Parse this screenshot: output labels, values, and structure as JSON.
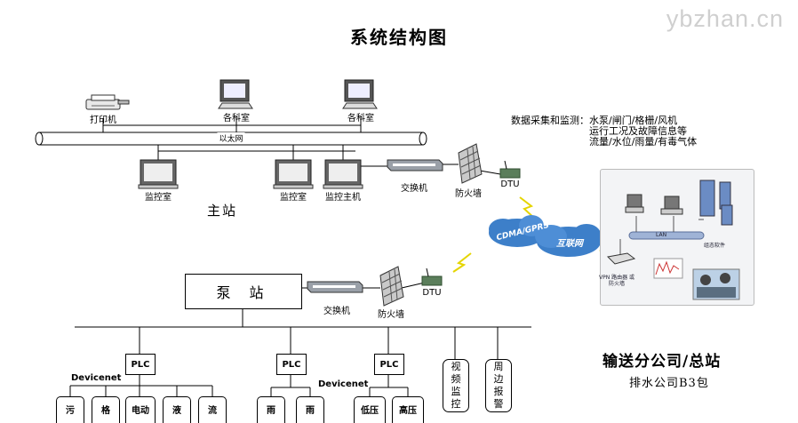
{
  "title": "系统结构图",
  "watermark": "ybzhan.cn",
  "main_station": {
    "label": "主站",
    "ethernet_label": "以太网",
    "printer": "打印机",
    "top_terminals": [
      "各科室",
      "各科室"
    ],
    "bottom_terminals": [
      "监控室",
      "监控室",
      "监控主机"
    ],
    "switch": "交换机",
    "firewall": "防火墙",
    "dtu": "DTU"
  },
  "data_acquisition": {
    "heading": "数据采集和监测：",
    "lines": [
      "水泵/闸门/格栅/风机",
      "运行工况及故障信息等",
      "流量/水位/雨量/有毒气体"
    ]
  },
  "network": {
    "cloud_left": "CDMA/GPRS",
    "cloud_right": "互联网"
  },
  "remote_panel": {
    "lan_label": "LAN",
    "software_label": "组态软件",
    "vpn_label": "VPN 路由器 或防火墙"
  },
  "pump_station": {
    "label": "泵  站",
    "switch": "交换机",
    "firewall": "防火墙",
    "dtu": "DTU",
    "plc": [
      "PLC",
      "PLC",
      "PLC"
    ],
    "devicenet": [
      "Devicenet",
      "Devicenet"
    ],
    "group1": [
      "污",
      "格",
      "电动",
      "液",
      "流"
    ],
    "group2": [
      "雨",
      "雨"
    ],
    "group3": [
      "低压",
      "高压"
    ],
    "video": "视频监控",
    "perimeter": "周边报警"
  },
  "headquarters": {
    "title": "输送分公司/总站",
    "subtitle": "排水公司B3包"
  }
}
